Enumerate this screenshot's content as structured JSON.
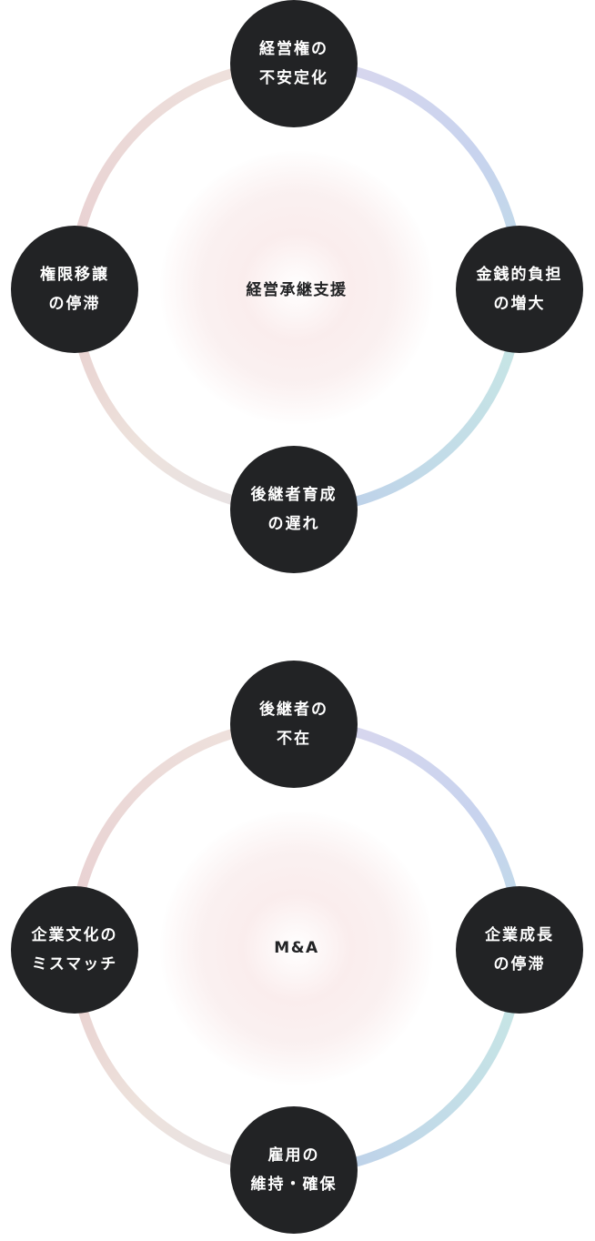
{
  "colors": {
    "node_fill": "#222325",
    "node_text": "#ffffff",
    "center_text": "#222325",
    "ring_top_left": "#ead9d6",
    "ring_top_right": "#d3d6ee",
    "ring_right": "#bfd7ea",
    "ring_bottom_right": "#c6e6e4",
    "ring_bottom": "#c0d2ea",
    "ring_bottom_left": "#ede4e0",
    "ring_left": "#ead2d3",
    "center_glow": "#f9ecec"
  },
  "diagrams": [
    {
      "center": "経営承継支援",
      "nodes": {
        "top": {
          "line1": "経営権の",
          "line2": "不安定化"
        },
        "right": {
          "line1": "金銭的負担",
          "line2": "の増大"
        },
        "bottom": {
          "line1": "後継者育成",
          "line2": "の遅れ"
        },
        "left": {
          "line1": "権限移譲",
          "line2": "の停滞"
        }
      }
    },
    {
      "center": "M&A",
      "nodes": {
        "top": {
          "line1": "後継者の",
          "line2": "不在"
        },
        "right": {
          "line1": "企業成長",
          "line2": "の停滞"
        },
        "bottom": {
          "line1": "雇用の",
          "line2": "維持・確保"
        },
        "left": {
          "line1": "企業文化の",
          "line2": "ミスマッチ"
        }
      }
    }
  ]
}
